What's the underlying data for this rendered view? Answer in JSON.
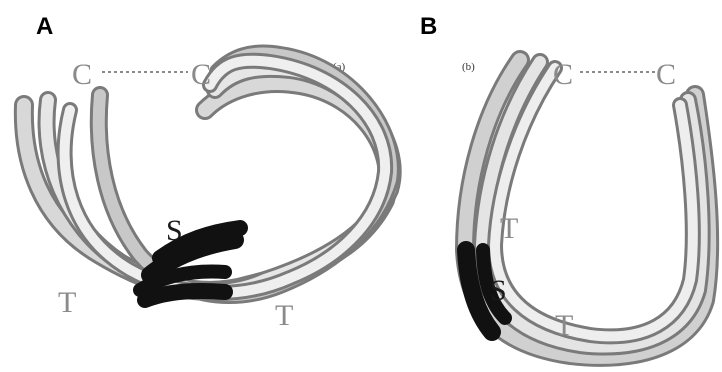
{
  "panels": {
    "a": {
      "letter": "A",
      "tiny_tag": "(a)",
      "labels": {
        "c_left": "C",
        "c_right": "C",
        "s": "S",
        "t_left": "T",
        "t_right": "T"
      }
    },
    "b": {
      "letter": "B",
      "tiny_tag": "(b)",
      "labels": {
        "c_left": "C",
        "c_right": "C",
        "t_top": "T",
        "s": "S",
        "t_bottom": "T"
      }
    }
  },
  "colors": {
    "strand_light": "#e6e6e6",
    "strand_mid": "#bdbdbd",
    "strand_edge": "#7a7a7a",
    "turn_segment": "#111111",
    "label_gray": "#8a8a8a",
    "dotted_link": "#8a8a8a"
  }
}
